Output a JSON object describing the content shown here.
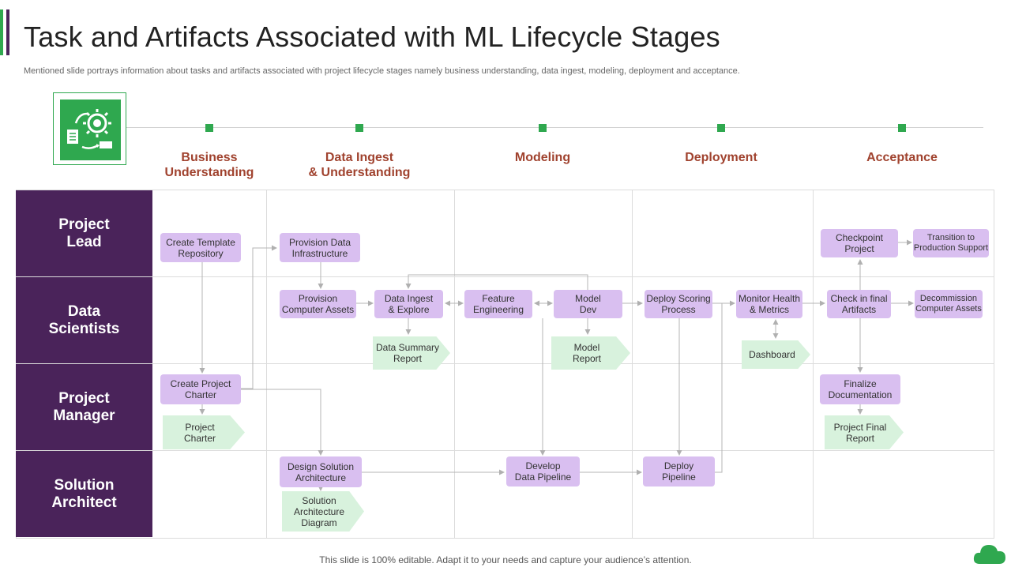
{
  "title": "Task and Artifacts Associated with ML Lifecycle Stages",
  "subtitle": "Mentioned slide portrays information about tasks and artifacts associated with project lifecycle stages namely business understanding, data ingest, modeling, deployment and acceptance.",
  "footer": "This slide is 100% editable. Adapt it to your needs and capture your audience’s attention.",
  "stages": [
    "Business\nUnderstanding",
    "Data Ingest\n& Understanding",
    "Modeling",
    "Deployment",
    "Acceptance"
  ],
  "roles": [
    "Project\nLead",
    "Data\nScientists",
    "Project\nManager",
    "Solution\nArchitect"
  ],
  "tasks": {
    "create_template_repository": "Create Template\nRepository",
    "provision_data_infrastructure": "Provision Data\nInfrastructure",
    "checkpoint_project": "Checkpoint\nProject",
    "transition_to_production_support": "Transition to\nProduction Support",
    "provision_computer_assets": "Provision\nComputer Assets",
    "data_ingest_explore": "Data Ingest\n& Explore",
    "feature_engineering": "Feature\nEngineering",
    "model_dev": "Model\nDev",
    "deploy_scoring_process": "Deploy Scoring\nProcess",
    "monitor_health_metrics": "Monitor Health\n& Metrics",
    "check_in_final_artifacts": "Check in final\nArtifacts",
    "decommission_computer_assets": "Decommission\nComputer Assets",
    "create_project_charter": "Create Project\nCharter",
    "finalize_documentation": "Finalize\nDocumentation",
    "design_solution_architecture": "Design Solution\nArchitecture",
    "develop_data_pipeline": "Develop\nData Pipeline",
    "deploy_pipeline": "Deploy\nPipeline"
  },
  "artifacts": {
    "data_summary_report": "Data Summary\nReport",
    "model_report": "Model\nReport",
    "dashboard": "Dashboard",
    "project_charter": "Project\nCharter",
    "project_final_report": "Project Final\nReport",
    "solution_architecture_diagram": "Solution\nArchitecture\nDiagram"
  },
  "colors": {
    "accent_green": "#2fa84f",
    "role_purple": "#4a235a",
    "task_lavender": "#d9bff0",
    "artifact_green": "#d8f2dd",
    "stage_text": "#a0422e"
  },
  "icons": [
    "ml-lifecycle-icon",
    "cloud-icon"
  ]
}
